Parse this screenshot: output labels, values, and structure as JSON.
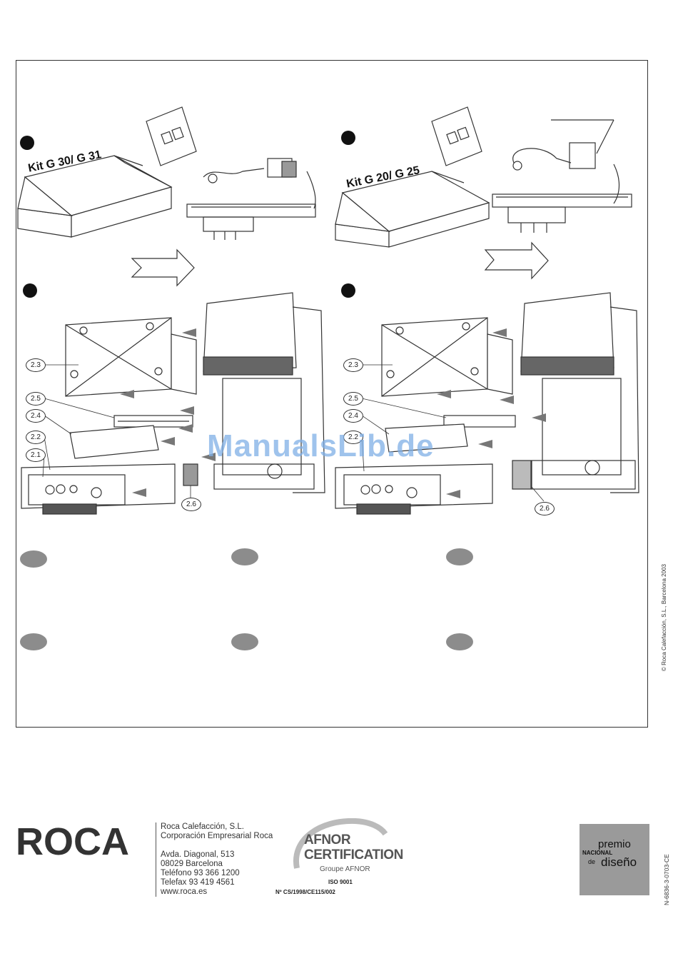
{
  "kits": [
    {
      "label": "Kit G 30/ G 31"
    },
    {
      "label": "Kit G 20/ G 25"
    }
  ],
  "callouts": [
    "2.3",
    "2.5",
    "2.4",
    "2.2",
    "2.1",
    "2.6"
  ],
  "watermark": "ManualsLib.de",
  "copyright": "© Roca Calefacción, S.L., Barcelona 2003",
  "footer": {
    "logo": "ROCA",
    "company_lines": [
      "Roca Calefacción, S.L.",
      "Corporación Empresarial Roca"
    ],
    "address_lines": [
      "Avda. Diagonal, 513",
      "08029 Barcelona",
      "Teléfono 93 366 1200",
      "Telefax 93 419 4561",
      "www.roca.es"
    ],
    "afnor": {
      "title_1": "AFNOR",
      "title_2": "CERTIFICATION",
      "group": "Groupe AFNOR",
      "iso": "ISO 9001",
      "number": "Nº CS/1998/CE115/002"
    },
    "premio": {
      "line1": "premio",
      "line2": "NACIONAL",
      "line3": "de",
      "line4": "diseño"
    },
    "doc_code": "N-6836-3-0703-CE"
  }
}
